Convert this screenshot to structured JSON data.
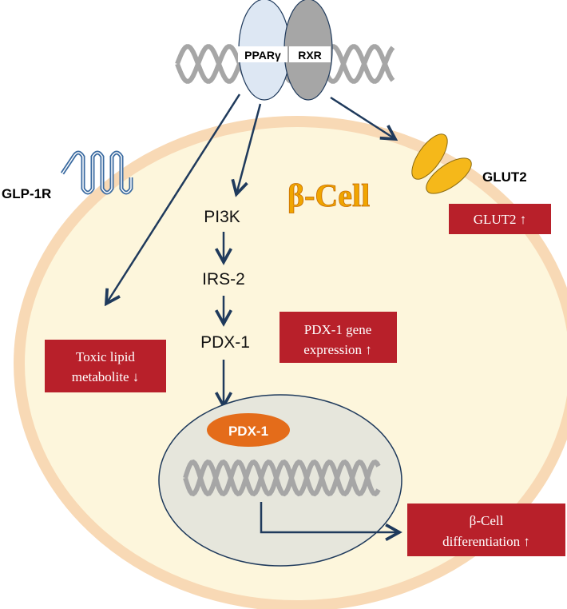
{
  "receptors": {
    "pparg": "PPARγ",
    "rxr": "RXR",
    "glp1r": "GLP-1R",
    "glut2": "GLUT2"
  },
  "cell_label": "β-Cell",
  "pathway": {
    "pi3k": "PI3K",
    "irs2": "IRS-2",
    "pdx1": "PDX-1"
  },
  "nucleus_label": "PDX-1",
  "boxes": {
    "glut2_up": "GLUT2 ↑",
    "pdx1_expr_line1": "PDX-1 gene",
    "pdx1_expr_line2": "expression ↑",
    "toxic_line1": "Toxic lipid",
    "toxic_line2": "metabolite ↓",
    "diff_line1": "β-Cell",
    "diff_line2": "differentiation ↑"
  },
  "colors": {
    "cell_fill": "#fdf6dc",
    "cell_border": "#f8d9b5",
    "nucleus_fill": "#e6e6dc",
    "nucleus_border": "#1f3a5c",
    "arrow": "#1f3a5c",
    "box_fill": "#b8202a",
    "pparg_fill": "#dde7f3",
    "rxr_fill": "#a6a6a6",
    "glut2_fill": "#f5b81a",
    "pdx1_fill": "#e46c1a",
    "dna": "#a6a6a6",
    "cell_label_color": "#f0a500"
  }
}
